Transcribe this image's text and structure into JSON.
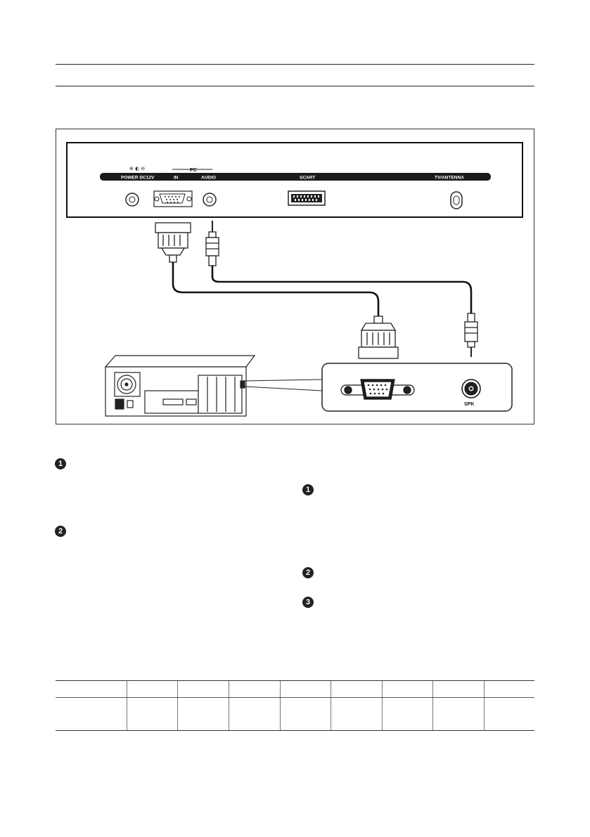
{
  "panel": {
    "power_label": "POWER DC12V",
    "pc_label": "PC",
    "in_label": "IN",
    "audio_label": "AUDIO",
    "scart_label": "SCART",
    "tv_antenna_label": "TV/ANTENNA"
  },
  "pc_inset": {
    "spk_label": "SPK"
  },
  "steps": {
    "left": [
      "1",
      "2"
    ],
    "right": [
      "1",
      "2",
      "3"
    ]
  },
  "table": {
    "columns": 9,
    "rows": 2
  }
}
